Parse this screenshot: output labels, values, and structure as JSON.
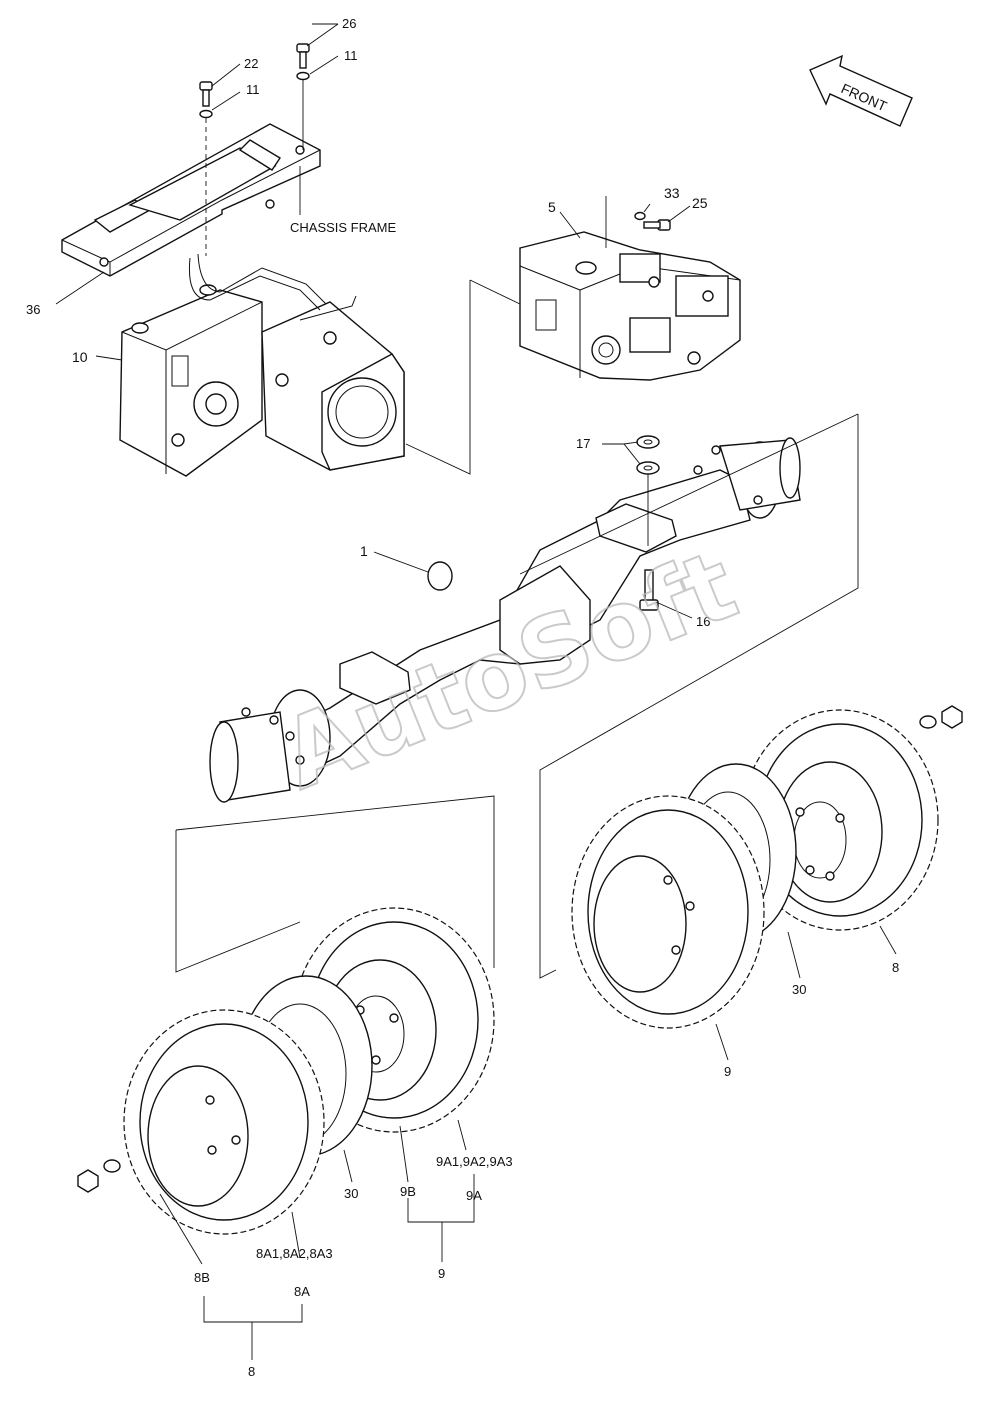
{
  "labels": {
    "p26": "26",
    "p11_top": "11",
    "p22": "22",
    "p11_left": "11",
    "chassis_frame": "CHASSIS FRAME",
    "p36": "36",
    "p10": "10",
    "p5": "5",
    "p33": "33",
    "p25": "25",
    "p17": "17",
    "p1": "1",
    "p16": "16",
    "p8_right": "8",
    "p30_right": "30",
    "p9_right": "9",
    "p30_left": "30",
    "p9B": "9B",
    "p9A_group": "9A1,9A2,9A3",
    "p9A": "9A",
    "p9_bottom": "9",
    "p8A_group": "8A1,8A2,8A3",
    "p8B": "8B",
    "p8A": "8A",
    "p8_bottom": "8"
  },
  "front_arrow": "FRONT",
  "watermark": "AutoSoft"
}
